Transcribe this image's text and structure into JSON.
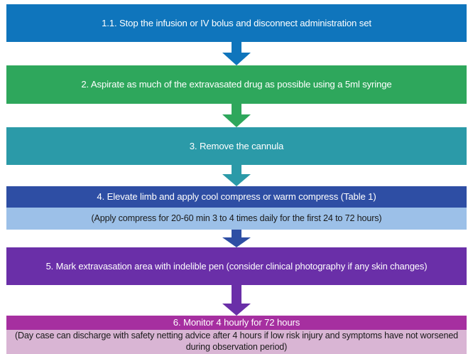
{
  "chart_data": {
    "type": "diagram",
    "title": "Extravasation management flowchart",
    "orientation": "top-to-bottom",
    "node_count": 6,
    "connector_count": 5
  },
  "flowchart": {
    "steps": [
      {
        "id": "step-1",
        "main_text": "1.1. Stop the infusion or IV bolus and disconnect administration set",
        "color": "#0f75bc",
        "text_color": "#ffffff"
      },
      {
        "id": "step-2",
        "main_text": "2. Aspirate as much of the extravasated drug as possible using a 5ml syringe",
        "color": "#2ea75c",
        "text_color": "#ffffff"
      },
      {
        "id": "step-3",
        "main_text": "3. Remove the cannula",
        "color": "#2b9aa8",
        "text_color": "#ffffff"
      },
      {
        "id": "step-4",
        "main_text": "4. Elevate limb and apply cool compress or warm compress (Table 1)",
        "sub_text": "(Apply compress for 20-60 min 3 to 4 times daily for the first 24 to 72 hours)",
        "color": "#2e4ea4",
        "sub_color": "#9cc0e8",
        "text_color": "#ffffff",
        "sub_text_color": "#1a1a1a"
      },
      {
        "id": "step-5",
        "main_text": "5. Mark extravasation area with indelible pen (consider clinical photography if any skin changes)",
        "color": "#6a2fa8",
        "text_color": "#ffffff"
      },
      {
        "id": "step-6",
        "main_text": "6. Monitor 4 hourly for 72 hours",
        "sub_text": "(Day case can discharge with safety netting advice after 4 hours if low risk injury and symptoms have not worsened during observation period)",
        "color": "#a62fa0",
        "sub_color": "#d9b5d4",
        "text_color": "#ffffff",
        "sub_text_color": "#1a1a1a"
      }
    ],
    "connectors": [
      {
        "id": "arrow-1-to-2",
        "color": "#0f75bc"
      },
      {
        "id": "arrow-2-to-3",
        "color": "#2ea75c"
      },
      {
        "id": "arrow-3-to-4",
        "color": "#2b9aa8"
      },
      {
        "id": "arrow-4-to-5",
        "color": "#2e4ea4"
      },
      {
        "id": "arrow-5-to-6",
        "color": "#6a2fa8"
      }
    ]
  }
}
